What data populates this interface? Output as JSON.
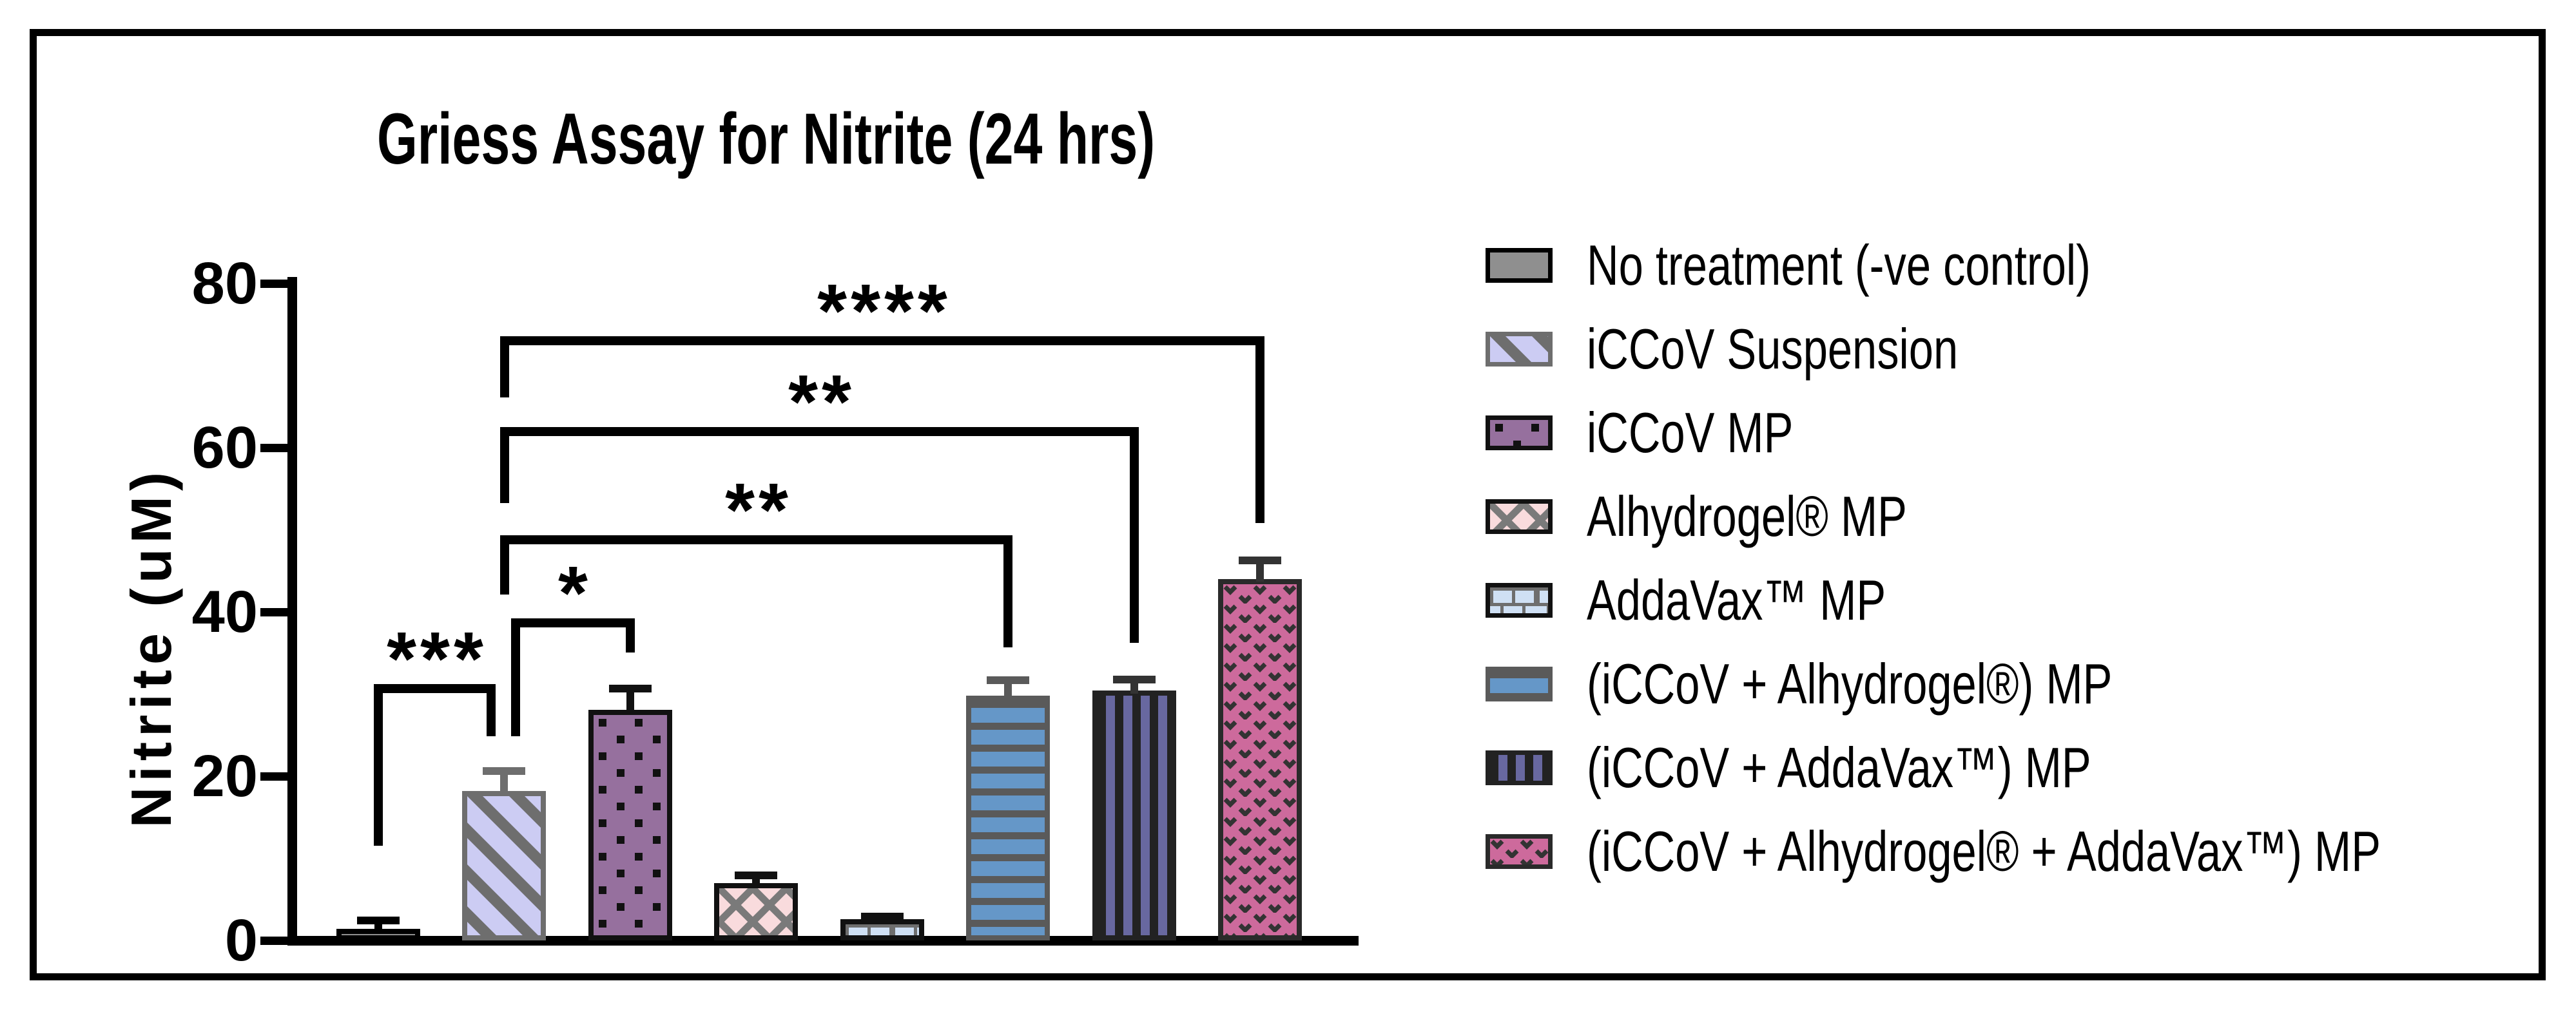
{
  "chart_data": {
    "type": "bar",
    "title": "Griess Assay for Nitrite (24 hrs)",
    "xlabel": "",
    "ylabel": "Nitrite (uM)",
    "ylim": [
      0,
      80
    ],
    "yticks": [
      0,
      20,
      40,
      60,
      80
    ],
    "grid": false,
    "legend_position": "right",
    "categories": [
      "No treatment (-ve control)",
      "iCCoV Suspension",
      "iCCoV MP",
      "Alhydrogel® MP",
      "AddaVax™ MP",
      "(iCCoV + Alhydrogel®) MP",
      "(iCCoV + AddaVax™) MP",
      "(iCCoV + Alhydrogel® + AddaVax™) MP"
    ],
    "values": [
      1.4,
      18.2,
      28.1,
      7.0,
      2.6,
      29.8,
      30.4,
      44.0
    ],
    "errors": [
      1.0,
      2.4,
      2.6,
      0.9,
      0.3,
      1.9,
      1.4,
      2.3
    ],
    "bars": [
      {
        "label": "No treatment (-ve control)",
        "value": 1.4,
        "error": 1.0,
        "pattern": "solid",
        "fill": "#8f8f8f",
        "pattern_color": "#8f8f8f",
        "border": "#000000",
        "error_color": "#000000"
      },
      {
        "label": "iCCoV Suspension",
        "value": 18.2,
        "error": 2.4,
        "pattern": "diagonal-stripes",
        "fill": "#ccccf3",
        "pattern_color": "#6e6e6e",
        "border": "#6e6e6e",
        "error_color": "#6e6e6e"
      },
      {
        "label": "iCCoV MP",
        "value": 28.1,
        "error": 2.6,
        "pattern": "dots",
        "fill": "#96709e",
        "pattern_color": "#111111",
        "border": "#111111",
        "error_color": "#111111"
      },
      {
        "label": "Alhydrogel® MP",
        "value": 7.0,
        "error": 0.9,
        "pattern": "crosshatch",
        "fill": "#f9dbdd",
        "pattern_color": "#7a7a7a",
        "border": "#111111",
        "error_color": "#111111"
      },
      {
        "label": "AddaVax™ MP",
        "value": 2.6,
        "error": 0.3,
        "pattern": "bricks",
        "fill": "#cfe0f4",
        "pattern_color": "#6e6e6e",
        "border": "#111111",
        "error_color": "#111111"
      },
      {
        "label": "(iCCoV + Alhydrogel®) MP",
        "value": 29.8,
        "error": 1.9,
        "pattern": "horizontal-stripes",
        "fill": "#6597c8",
        "pattern_color": "#5a5a5a",
        "border": "#5a5a5a",
        "error_color": "#5a5a5a"
      },
      {
        "label": "(iCCoV + AddaVax™) MP",
        "value": 30.4,
        "error": 1.4,
        "pattern": "vertical-stripes",
        "fill": "#6868a0",
        "pattern_color": "#222222",
        "border": "#222222",
        "error_color": "#333333"
      },
      {
        "label": "(iCCoV + Alhydrogel® + AddaVax™) MP",
        "value": 44.0,
        "error": 2.3,
        "pattern": "v-dots",
        "fill": "#cd6a9c",
        "pattern_color": "#333333",
        "border": "#2a2a2a",
        "error_color": "#333333"
      }
    ],
    "significance": [
      {
        "from": 0,
        "to": 1,
        "stars": "***",
        "bracket_y": 30.7,
        "leg_from_y": 11.6,
        "leg_to_y": 24.9
      },
      {
        "from": 1,
        "to": 2,
        "stars": "*",
        "bracket_y": 38.7,
        "leg_from_y": 24.9,
        "leg_to_y": 35.1
      },
      {
        "from": 1,
        "to": 5,
        "stars": "**",
        "bracket_y": 48.8,
        "leg_from_y": 42.1,
        "leg_to_y": 35.7
      },
      {
        "from": 1,
        "to": 6,
        "stars": "**",
        "bracket_y": 62.0,
        "leg_from_y": 53.3,
        "leg_to_y": 36.3
      },
      {
        "from": 1,
        "to": 7,
        "stars": "****",
        "bracket_y": 73.0,
        "leg_from_y": 66.1,
        "leg_to_y": 50.8
      }
    ],
    "colors": {
      "axis": "#000000",
      "text": "#000000",
      "background": "#ffffff"
    }
  }
}
